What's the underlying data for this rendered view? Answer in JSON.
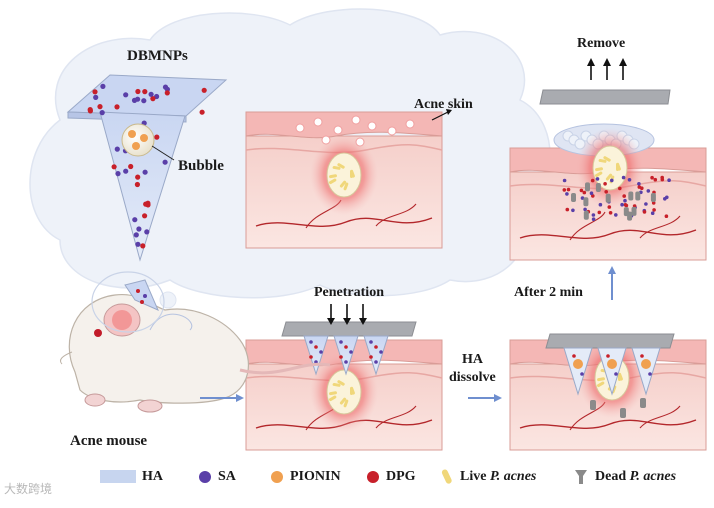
{
  "labels": {
    "dbmnps": "DBMNPs",
    "bubble": "Bubble",
    "acne_skin": "Acne skin",
    "remove": "Remove",
    "penetration": "Penetration",
    "after_2_min": "After 2 min",
    "ha_dissolve_line1": "HA",
    "ha_dissolve_line2": "dissolve",
    "acne_mouse": "Acne mouse"
  },
  "legend": [
    {
      "key": "ha",
      "label": "HA",
      "color": "#c7d5ef"
    },
    {
      "key": "sa",
      "label": "SA",
      "color": "#5a3fa8"
    },
    {
      "key": "pionin",
      "label": "PIONIN",
      "color": "#f0a050"
    },
    {
      "key": "dpg",
      "label": "DPG",
      "color": "#c8202a"
    },
    {
      "key": "live",
      "label_prefix": "Live ",
      "label_italic": "P. acnes",
      "color": "#f0d77a"
    },
    {
      "key": "dead",
      "label_prefix": "Dead ",
      "label_italic": "P. acnes",
      "color": "#8a8a8a"
    }
  ],
  "watermark": "大数跨境",
  "colors": {
    "skin_top": "#f4b7b5",
    "skin_side": "#f8dcd6",
    "vessel": "#b3272b",
    "cloud": "#eef2f9",
    "patch": "#a9abb0",
    "arrow_blue": "#6f8fcf"
  }
}
